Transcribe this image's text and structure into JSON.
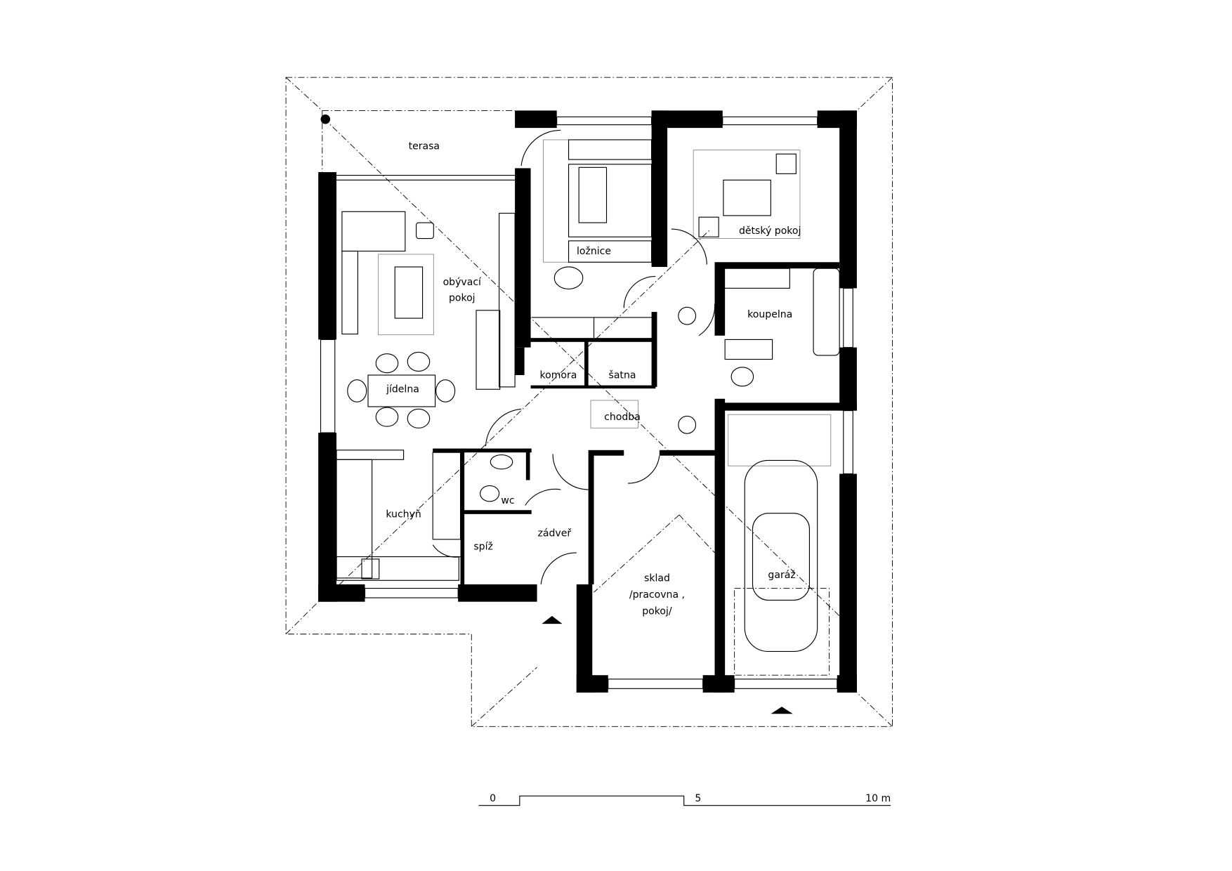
{
  "rooms": {
    "terasa": "terasa",
    "obyvaci_1": "obývací",
    "obyvaci_2": "pokoj",
    "loznice": "ložnice",
    "detsky": "dětský pokoj",
    "koupelna": "koupelna",
    "komora": "komora",
    "satna": "šatna",
    "chodba": "chodba",
    "jidelna": "jídelna",
    "kuchyn": "kuchyň",
    "wc": "wc",
    "spiz": "spíž",
    "zadver": "zádveř",
    "sklad_1": "sklad",
    "sklad_2": "/pracovna ,",
    "sklad_3": "pokoj/",
    "garaz": "garáž"
  },
  "scale_bar": {
    "label_0": "0",
    "label_5": "5",
    "label_10": "10 m"
  },
  "colors": {
    "wall": "#000000",
    "furniture": "#888888"
  }
}
